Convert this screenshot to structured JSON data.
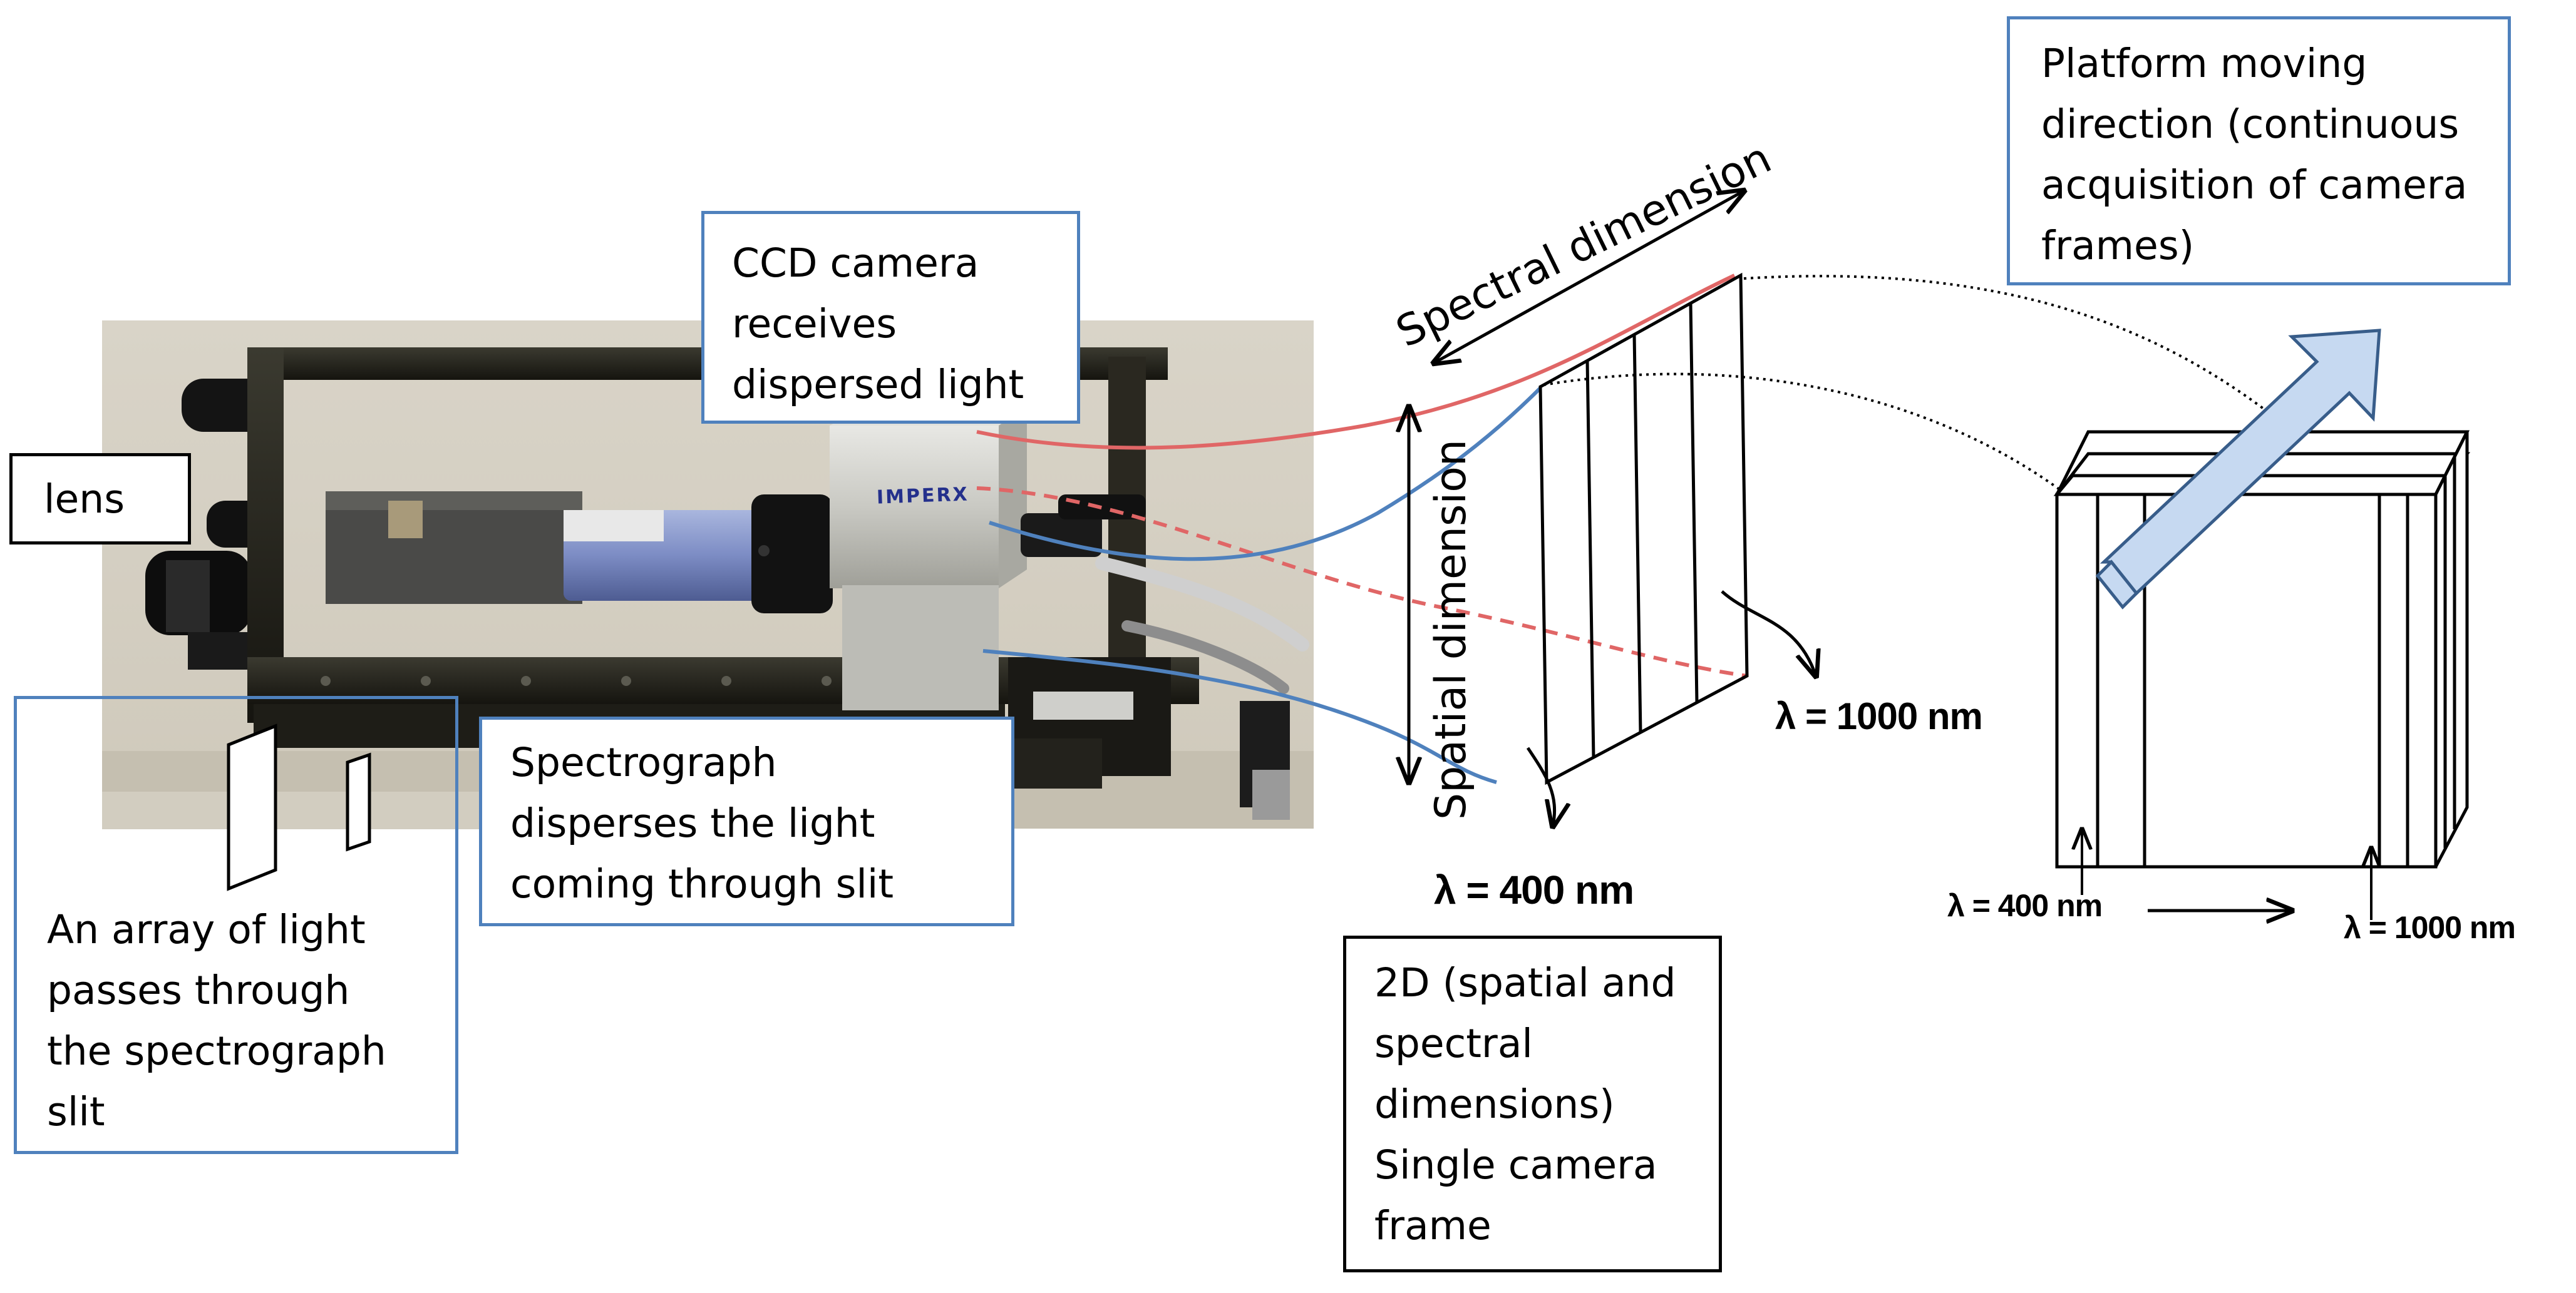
{
  "labels": {
    "lens": "lens",
    "ccd_camera": "CCD camera\nreceives\ndispersed light",
    "platform": "Platform moving\ndirection (continuous\nacquisition of camera\nframes)",
    "slit_array": "An array of light\npasses through\nthe spectrograph\nslit",
    "spectrograph": "Spectrograph\ndisperses the light\ncoming through  slit",
    "frame_2d": "2D (spatial and\nspectral\ndimensions)\nSingle camera\nframe",
    "spectral_dimension": "Spectral dimension",
    "spatial_dimension": "Spatial dimension",
    "frame_lambda_min": "λ = 400 nm",
    "frame_lambda_max": "λ = 1000 nm",
    "cube_lambda_min": "λ = 400 nm",
    "cube_lambda_max": "λ = 1000 nm",
    "camera_brand": "IMPERX"
  },
  "colors": {
    "callout_border": "#4f81bd",
    "ray_red": "#e06666",
    "ray_blue": "#4f81bd",
    "arrow_fill": "#c6d9f1",
    "arrow_stroke": "#385d8a"
  }
}
